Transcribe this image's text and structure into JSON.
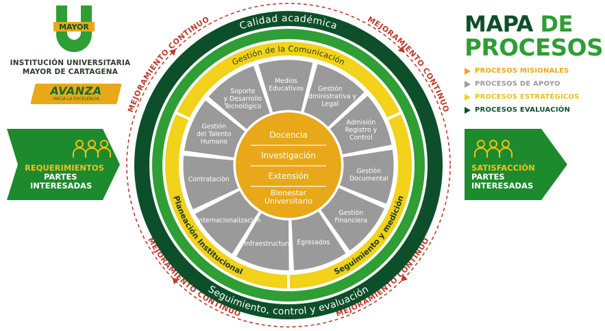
{
  "logo": {
    "brand_word": "MAYOR",
    "institution_line1": "INSTITUCIÓN UNIVERSITARIA",
    "institution_line2": "MAYOR DE CARTAGENA",
    "slogan": "AVANZA",
    "slogan_sub": "HACIA LA EXCELENCIA"
  },
  "title": {
    "line1_a": "MAPA",
    "line1_b": "DE",
    "line2": "PROCESOS"
  },
  "legend": [
    {
      "label": "PROCESOS MISIONALES",
      "color": "#e8a81a",
      "text_color": "#e8a81a"
    },
    {
      "label": "PROCESOS DE APOYO",
      "color": "#9a9a9a",
      "text_color": "#9a9a9a"
    },
    {
      "label": "PROCESOS ESTRATÉGICOS",
      "color": "#f2d21a",
      "text_color": "#e6c21a"
    },
    {
      "label": "PROCESOS EVALUACIÓN",
      "color": "#0d4f2a",
      "text_color": "#0d4f2a"
    }
  ],
  "left_banner": {
    "line1": "REQUERIMIENTOS",
    "line2": "PARTES",
    "line3": "INTERESADAS"
  },
  "right_banner": {
    "line1": "SATISFACCIÓN",
    "line2": "PARTES",
    "line3": "INTERESADAS"
  },
  "cycle_label": "MEJORAMIENTO CONTINUO",
  "outer_ring": {
    "top_label": "Calidad académica",
    "bottom_label": "Seguimiento, control y evaluación"
  },
  "strategic_ring": {
    "top_label": "Gestión de la Comunicación",
    "left_label": "Planeación Institucional",
    "right_label": "Seguimiento y medición"
  },
  "support_processes": [
    "Medios Educativos",
    "Gestión Administrativa y Legal",
    "Admisión Registro y Control",
    "Gestión Documental",
    "Gestión Financiera",
    "Egresados",
    "Infraestructura",
    "Internacionalización",
    "Contratación",
    "Gestión del Talento Humano",
    "Soporte y Desarrollo Tecnológico"
  ],
  "core_processes": [
    "Docencia",
    "Investigación",
    "Extensión",
    "Bienestar Universitario"
  ],
  "colors": {
    "dark_green": "#0d4f2a",
    "green": "#2e9e35",
    "yellow": "#f2d21a",
    "gold": "#e8a81a",
    "gray": "#9a9a9a",
    "red_dash": "#c0392b"
  }
}
